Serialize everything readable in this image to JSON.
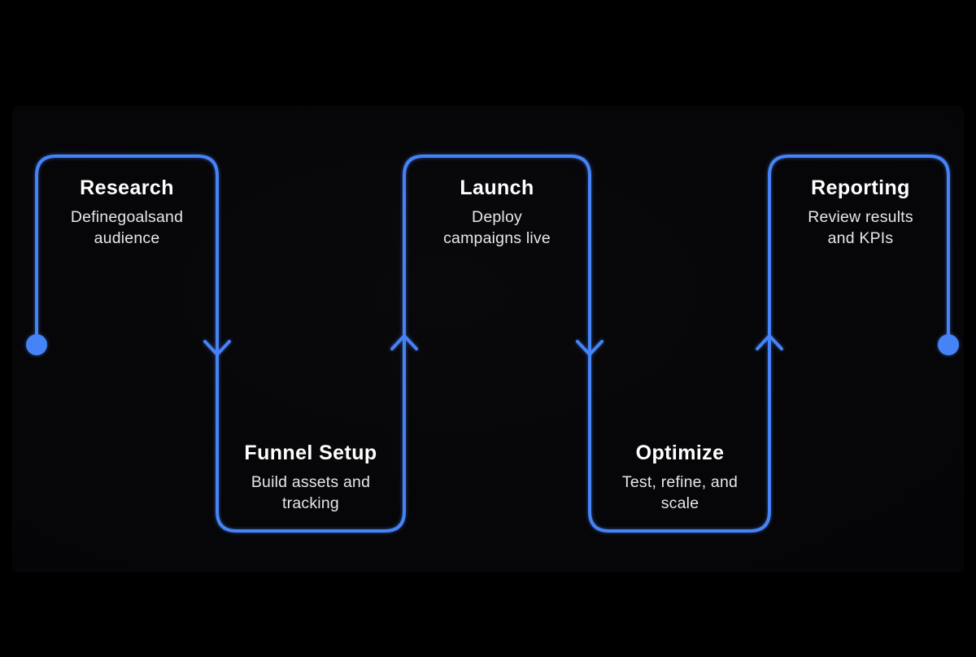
{
  "diagram": {
    "type": "process-flow-serpentine",
    "stage_count": 5,
    "stages": [
      {
        "title": "Research",
        "subtitle_lines": [
          "Definegoalsand",
          "audience"
        ],
        "row": "top"
      },
      {
        "title": "Funnel Setup",
        "subtitle_lines": [
          "Build assets and",
          "tracking"
        ],
        "row": "bottom"
      },
      {
        "title": "Launch",
        "subtitle_lines": [
          "Deploy",
          "campaigns live"
        ],
        "row": "top"
      },
      {
        "title": "Optimize",
        "subtitle_lines": [
          "Test, refine, and",
          "scale"
        ],
        "row": "bottom"
      },
      {
        "title": "Reporting",
        "subtitle_lines": [
          "Review results",
          "and KPIs"
        ],
        "row": "top"
      }
    ],
    "connectors": {
      "start_marker": "dot",
      "end_marker": "dot",
      "arrow_directions": [
        "down",
        "up",
        "down",
        "up"
      ]
    }
  },
  "colors": {
    "line": "#4583F6",
    "dot": "#4583F6",
    "title": "#ffffff",
    "subtitle": "#e5e7ea",
    "outer_bg": "#000000",
    "panel_bg": "#07070a"
  }
}
